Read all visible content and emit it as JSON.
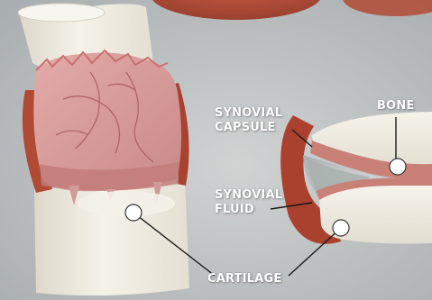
{
  "labels": {
    "synovial_capsule": [
      "SYNOVIAL",
      "CAPSULE"
    ],
    "bone": "BONE",
    "synovial_fluid": [
      "SYNOVIAL",
      "FLUID"
    ],
    "cartilage": "CARTILAGE"
  },
  "colors": {
    "background": "#b9bdbf",
    "bone": "#f1eee4",
    "synovial_membrane": "#d9a0a0",
    "capsule": "#b44a36",
    "fluid": "#a9b0ad",
    "label_text": "#ffffff",
    "leader_line": "#1a1a1a"
  }
}
